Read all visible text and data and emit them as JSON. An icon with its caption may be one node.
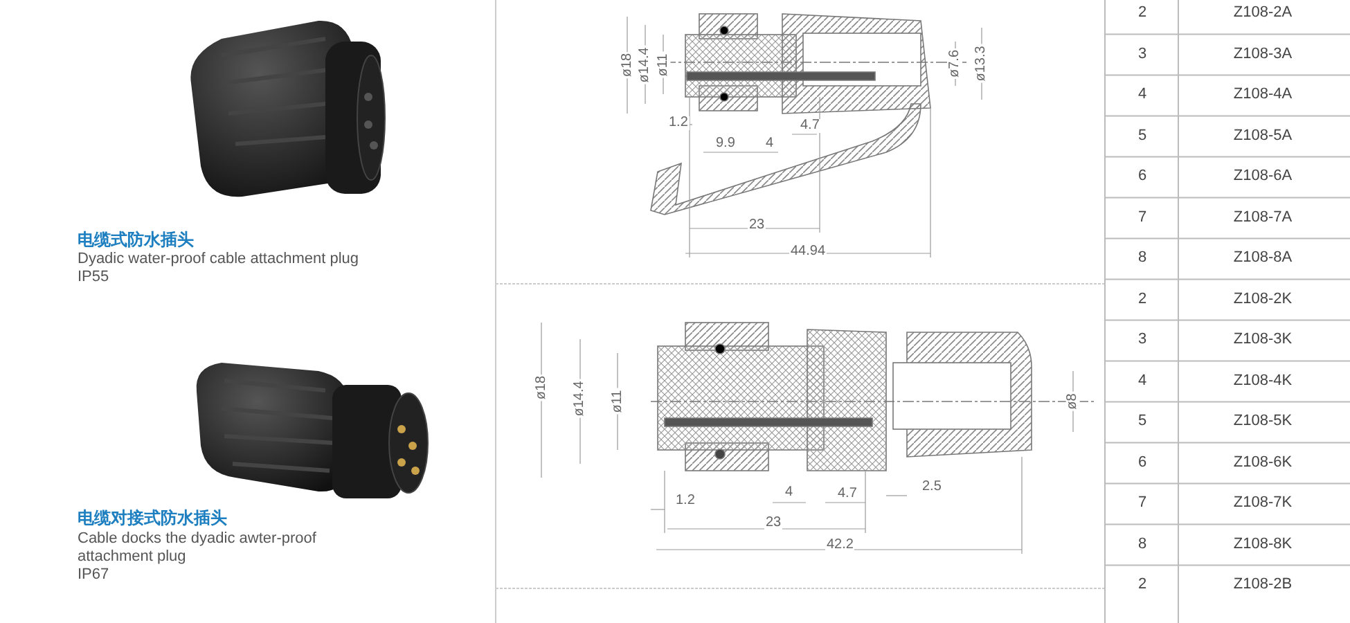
{
  "diagram": {
    "labels": [
      "电缆式防水插头",
      "Dyadic water-proof cable attachment plug",
      "IP55",
      "电缆对接式防水插头",
      "Cable docks the dyadic awter-proof attachment plug",
      "IP67",
      "ø18",
      "ø14.4",
      "ø11",
      "ø7.6",
      "ø13.3",
      "1.2",
      "9.9",
      "4",
      "4.7",
      "23",
      "44.94",
      "ø18",
      "ø14.4",
      "ø11",
      "ø8",
      "1.2",
      "4",
      "4.7",
      "2.5",
      "23",
      "42.2",
      "2",
      "Z108-2A",
      "3",
      "Z108-3A",
      "4",
      "Z108-4A",
      "5",
      "Z108-5A",
      "6",
      "Z108-6A",
      "7",
      "Z108-7A",
      "8",
      "Z108-8A",
      "2",
      "Z108-2K",
      "3",
      "Z108-3K",
      "4",
      "Z108-4K",
      "5",
      "Z108-5K",
      "6",
      "Z108-6K",
      "7",
      "Z108-7K",
      "8",
      "Z108-8K",
      "2",
      "Z108-2B"
    ]
  }
}
